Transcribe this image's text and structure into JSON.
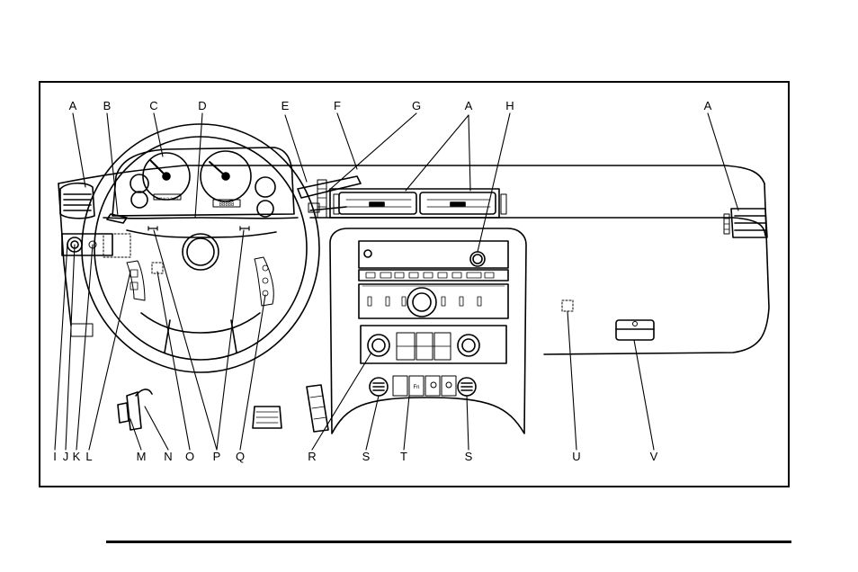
{
  "diagram": {
    "top_labels": [
      "A",
      "B",
      "C",
      "D",
      "E",
      "F",
      "G",
      "A",
      "H",
      "A"
    ],
    "bottom_labels": [
      "I",
      "J",
      "K",
      "L",
      "M",
      "N",
      "O",
      "P",
      "Q",
      "R",
      "S",
      "T",
      "S",
      "U",
      "V"
    ],
    "cluster": {
      "odometer": "88888",
      "shift_indicator": "P R N D 3 2 1"
    },
    "hvac": {
      "button_labels": [
        "Fn"
      ]
    }
  },
  "colors": {
    "ink": "#000000",
    "paper": "#ffffff"
  }
}
